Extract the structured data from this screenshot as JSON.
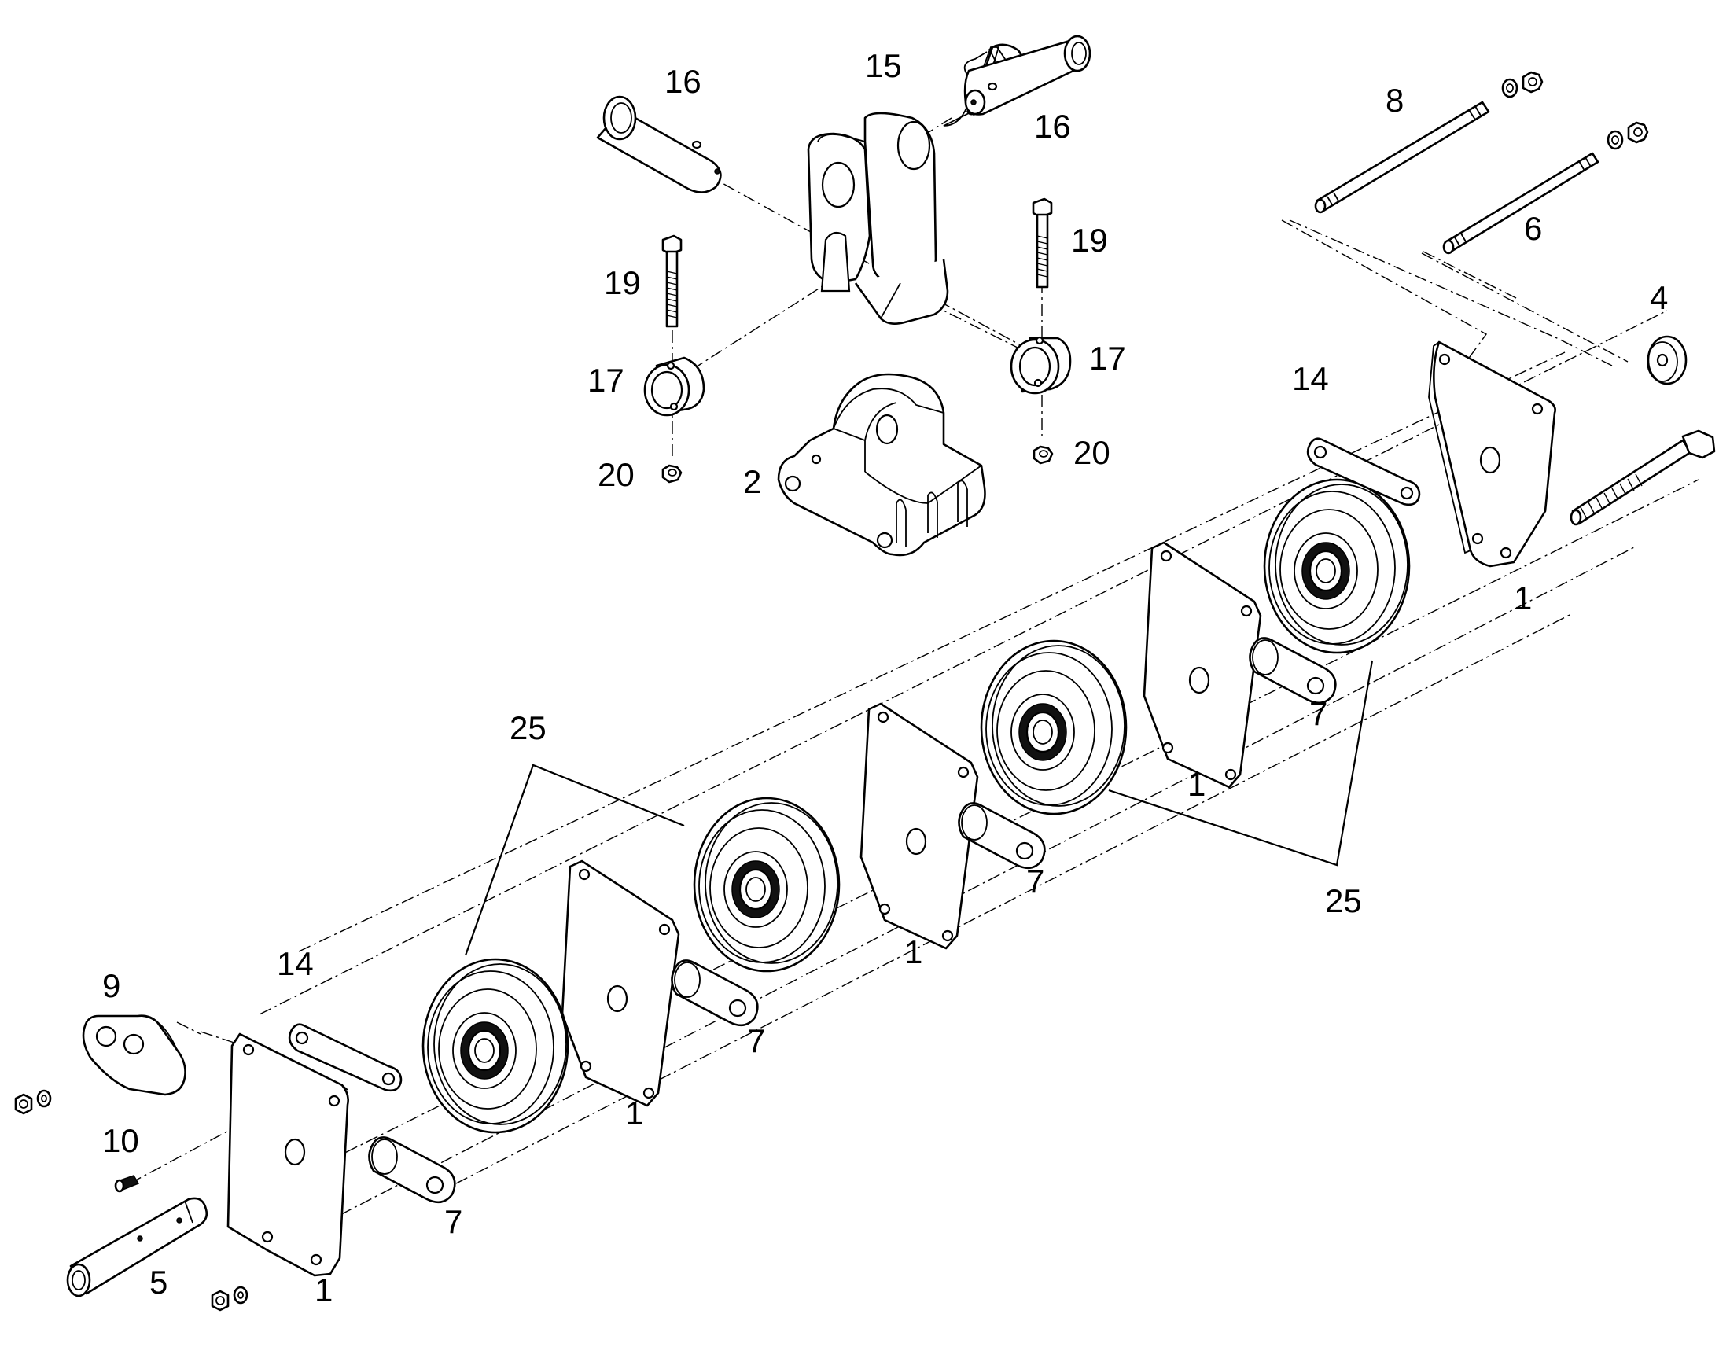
{
  "callouts": {
    "c1a": "1",
    "c1b": "1",
    "c1c": "1",
    "c1d": "1",
    "c1e": "1",
    "c2": "2",
    "c4": "4",
    "c5": "5",
    "c6": "6",
    "c7a": "7",
    "c7b": "7",
    "c7c": "7",
    "c7d": "7",
    "c8": "8",
    "c9": "9",
    "c10": "10",
    "c14a": "14",
    "c14b": "14",
    "c15": "15",
    "c16a": "16",
    "c16b": "16",
    "c17a": "17",
    "c17b": "17",
    "c19a": "19",
    "c19b": "19",
    "c20a": "20",
    "c20b": "20",
    "c25a": "25",
    "c25b": "25"
  }
}
